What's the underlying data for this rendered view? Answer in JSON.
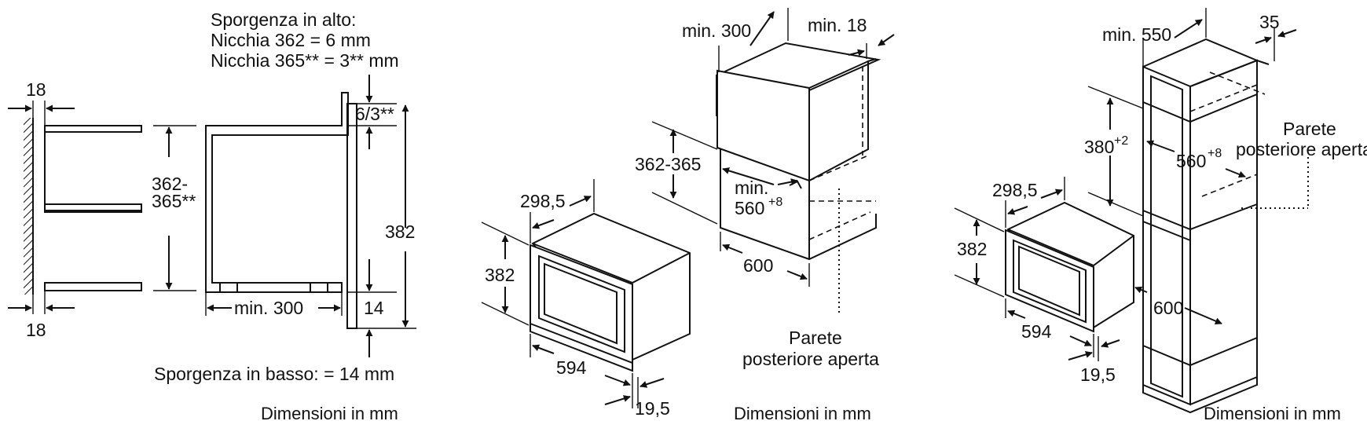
{
  "panel1": {
    "top_overhang_lines": [
      "Sporgenza in alto:",
      "Nicchia 362 = 6 mm",
      "Nicchia 365** = 3** mm"
    ],
    "dim_18_top": "18",
    "dim_18_bottom": "18",
    "dim_height_a": "362-",
    "dim_height_b": "365**",
    "dim_382": "382",
    "dim_6_3": "6/3**",
    "dim_14": "14",
    "dim_min300": "min. 300",
    "bottom_overhang": "Sporgenza in basso: = 14 mm",
    "caption": "Dimensioni in mm"
  },
  "panel2": {
    "dim_min300": "min. 300",
    "dim_min18": "min. 18",
    "dim_362_365": "362-365",
    "dim_min560_a": "min.",
    "dim_min560_b": "560",
    "dim_min560_sup": "+8",
    "dim_600": "600",
    "dim_298_5": "298,5",
    "dim_382": "382",
    "dim_594": "594",
    "dim_19_5": "19,5",
    "back_wall_line1": "Parete",
    "back_wall_line2": "posteriore aperta",
    "caption": "Dimensioni in mm"
  },
  "panel3": {
    "dim_min550": "min. 550",
    "dim_35": "35",
    "dim_380": "380",
    "dim_380_sup": "+2",
    "dim_560": "560",
    "dim_560_sup": "+8",
    "dim_298_5": "298,5",
    "dim_382": "382",
    "dim_594": "594",
    "dim_600": "600",
    "dim_19_5": "19,5",
    "back_wall_line1": "Parete",
    "back_wall_line2": "posteriore aperta",
    "caption": "Dimensioni in mm"
  }
}
